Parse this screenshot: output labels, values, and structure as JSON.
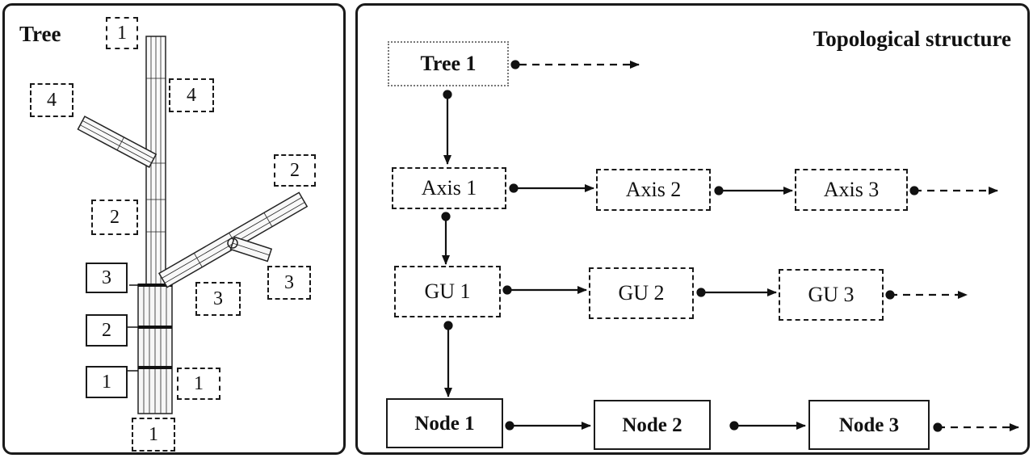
{
  "tree_panel": {
    "title": "Tree",
    "axis_labels": [
      "1",
      "4",
      "4",
      "2",
      "2",
      "3",
      "3",
      "1",
      "1"
    ],
    "node_labels": [
      "3",
      "2",
      "1"
    ]
  },
  "topology_panel": {
    "title": "Topological structure",
    "tree": "Tree 1",
    "axes": [
      "Axis 1",
      "Axis 2",
      "Axis 3"
    ],
    "growth_units": [
      "GU 1",
      "GU 2",
      "GU 3"
    ],
    "nodes": [
      "Node 1",
      "Node 2",
      "Node 3"
    ]
  }
}
